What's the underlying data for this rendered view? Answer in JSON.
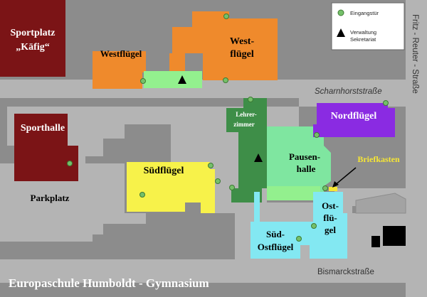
{
  "title": "Europaschule Humboldt - Gymnasium",
  "colors": {
    "background": "#8c8c8c",
    "road": "#b4b4b4",
    "west": "#ef8a2c",
    "sport": "#7b1416",
    "sued": "#f7f24a",
    "lehrer": "#3e8e48",
    "pausen": "#7fe6a0",
    "nord": "#8a2be2",
    "ost": "#83e8f2",
    "entrance": "#75c06a",
    "briefkasten": "#f6e635"
  },
  "legend": {
    "entrance": "Eingangstür",
    "admin_line1": "Verwaltung",
    "admin_line2": "Sekretariat"
  },
  "buildings": {
    "sportplatz_1": "Sportplatz",
    "sportplatz_2": "„Käfig“",
    "westfluegel_small": "Westflügel",
    "westfluegel_1": "West-",
    "westfluegel_2": "flügel",
    "sporthalle": "Sporthalle",
    "lehrer_1": "Lehrer-",
    "lehrer_2": "zimmer",
    "nordfluegel": "Nordflügel",
    "pausen_1": "Pausen-",
    "pausen_2": "halle",
    "briefkasten": "Briefkasten",
    "suedfluegel": "Südflügel",
    "parkplatz": "Parkplatz",
    "suedost_1": "Süd-",
    "suedost_2": "Ostflügel",
    "ost_1": "Ost-",
    "ost_2": "flü-",
    "ost_3": "gel"
  },
  "streets": {
    "scharnhorst": "Scharnhorststraße",
    "fritz_reuter": "Fritz - Reuter - Straße",
    "bismarck": "Bismarckstraße"
  }
}
